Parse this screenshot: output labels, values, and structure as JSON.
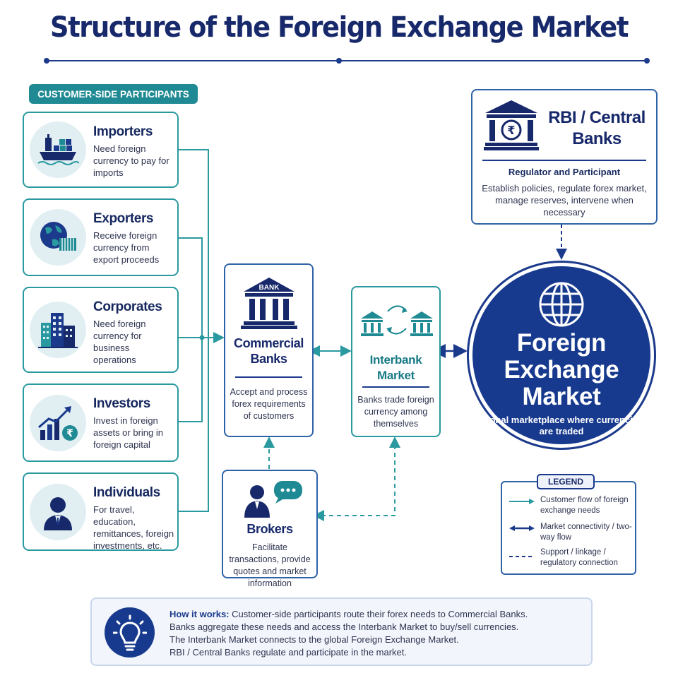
{
  "title": "Structure of the Foreign Exchange Market",
  "section_label": "CUSTOMER-SIDE PARTICIPANTS",
  "participants": [
    {
      "name": "Importers",
      "desc": "Need foreign currency to pay for imports",
      "icon": "cargo-ship-icon"
    },
    {
      "name": "Exporters",
      "desc": "Receive foreign currency from export proceeds",
      "icon": "globe-container-icon"
    },
    {
      "name": "Corporates",
      "desc": "Need foreign currency for business operations",
      "icon": "office-buildings-icon"
    },
    {
      "name": "Investors",
      "desc": "Invest in foreign assets or bring in foreign capital",
      "icon": "growth-chart-rupee-icon"
    },
    {
      "name": "Individuals",
      "desc": "For travel, education, remittances, foreign investments, etc.",
      "icon": "person-icon"
    }
  ],
  "commercial_banks": {
    "bank_label": "BANK",
    "title": "Commercial Banks",
    "desc": "Accept and process forex requirements of customers"
  },
  "interbank": {
    "title": "Interbank Market",
    "desc": "Banks trade foreign currency among themselves"
  },
  "brokers": {
    "title": "Brokers",
    "desc": "Facilitate transactions, provide quotes and market information"
  },
  "rbi": {
    "title": "RBI / Central Banks",
    "subtitle": "Regulator and Participant",
    "desc": "Establish policies, regulate forex market, manage reserves, intervene when necessary",
    "currency_symbol": "₹"
  },
  "fx_market": {
    "title": "Foreign Exchange Market",
    "subtitle": "Global marketplace where currencies are traded"
  },
  "legend": {
    "title": "LEGEND",
    "items": [
      {
        "label": "Customer flow of foreign exchange needs",
        "style": "teal-arrow"
      },
      {
        "label": "Market connectivity / two-way flow",
        "style": "blue-double-arrow"
      },
      {
        "label": "Support / linkage / regulatory connection",
        "style": "blue-dashed"
      }
    ]
  },
  "how_it_works": {
    "label": "How it works:",
    "line1": "Customer-side participants route their forex needs to Commercial Banks.",
    "line2": "Banks aggregate these needs and access the Interbank Market to buy/sell currencies.",
    "line3": "The Interbank Market connects to the global Foreign Exchange Market.",
    "line4": "RBI / Central Banks regulate and participate in the market."
  },
  "colors": {
    "navy": "#17296b",
    "blue": "#173a8e",
    "teal": "#2a9aa0",
    "light_teal": "#e1eff3"
  }
}
